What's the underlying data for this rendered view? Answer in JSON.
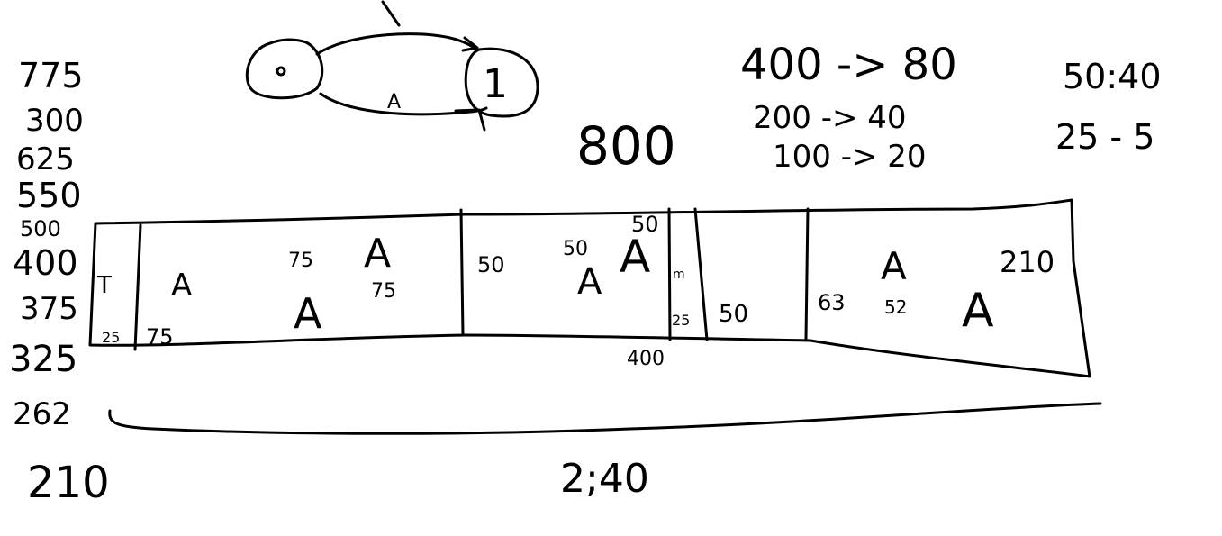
{
  "left_column": [
    "775",
    "300",
    "625",
    "550",
    "500",
    "400",
    "375",
    "325",
    "262",
    "210"
  ],
  "top_center": {
    "big_number": "800",
    "loop_label": "A",
    "loop_node": "1"
  },
  "top_right_block": [
    "400 -> 80",
    "200 -> 40",
    "100 -> 20"
  ],
  "far_right_block": [
    "50:40",
    "25 - 5"
  ],
  "board": {
    "cells": [
      {
        "label": "T",
        "num": "25"
      },
      {
        "labels": [
          "A",
          "A",
          "A"
        ],
        "nums": [
          "75",
          "75",
          "75"
        ]
      },
      {
        "labels": [
          "A",
          "A"
        ],
        "nums": [
          "50",
          "50",
          "50"
        ]
      },
      {
        "nums": [
          "m",
          "25",
          "50"
        ]
      },
      {
        "labels": [
          "A",
          "A"
        ],
        "nums": [
          "63",
          "52",
          "210"
        ]
      }
    ],
    "bottom_num": "400"
  },
  "bottom_label": "2;40"
}
